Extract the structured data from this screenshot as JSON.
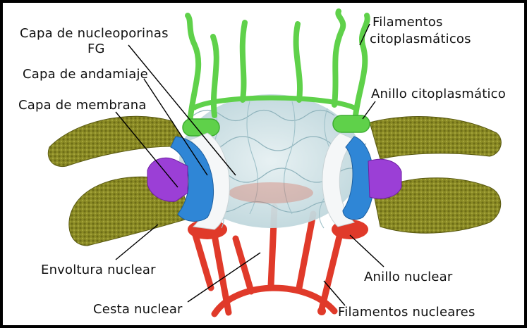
{
  "diagram": {
    "title": "",
    "labels": {
      "fg_layer_line1": "Capa de nucleoporinas",
      "fg_layer_line2": "FG",
      "scaffold_layer": "Capa de andamiaje",
      "membrane_layer": "Capa de membrana",
      "nuclear_envelope": "Envoltura nuclear",
      "nuclear_basket": "Cesta nuclear",
      "cytoplasmic_filaments_line1": "Filamentos",
      "cytoplasmic_filaments_line2": "citoplasmáticos",
      "cytoplasmic_ring": "Anillo citoplasmático",
      "nuclear_ring": "Anillo nuclear",
      "nuclear_filaments": "Filamentos nucleares"
    },
    "colors": {
      "envelope": "#8a8a24",
      "envelope_dark": "#6b6b18",
      "cytoplasmic_green": "#5fd14a",
      "membrane_purple": "#9b3fd6",
      "scaffold_blue": "#2f86d6",
      "fg_mesh": "#cfe3e8",
      "nuclear_red": "#e03a2a",
      "leader_line": "#000000"
    }
  }
}
